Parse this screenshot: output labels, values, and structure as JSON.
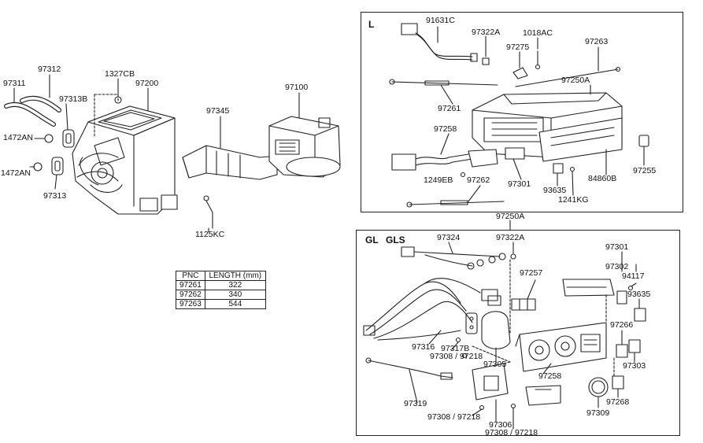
{
  "panels": {
    "top_right_tag": "L",
    "bottom_right_tag_1": "GL",
    "bottom_right_tag_2": "GLS"
  },
  "table": {
    "headers": [
      "PNC",
      "LENGTH (mm)"
    ],
    "rows": [
      {
        "pnc": "97261",
        "length": "322"
      },
      {
        "pnc": "97262",
        "length": "340"
      },
      {
        "pnc": "97263",
        "length": "544"
      }
    ]
  },
  "labels": {
    "l97311": "97311",
    "l97312": "97312",
    "l1327CB": "1327CB",
    "l97200": "97200",
    "l97100": "97100",
    "l97313B": "97313B",
    "l97345": "97345",
    "l1472AN_a": "1472AN",
    "l1472AN_b": "1472AN",
    "l97313": "97313",
    "l1125KC": "1125KC",
    "l91631C": "91631C",
    "l97322A_top": "97322A",
    "l1018AC": "1018AC",
    "l97275": "97275",
    "l97263": "97263",
    "l97250A_top": "97250A",
    "l97261": "97261",
    "l97258_top": "97258",
    "l1249EB": "1249EB",
    "l97262": "97262",
    "l97301_top": "97301",
    "l93635_top": "93635",
    "l1241KG": "1241KG",
    "l84860B": "84860B",
    "l97255": "97255",
    "l97250A_mid": "97250A",
    "l97324": "97324",
    "l97322A_bot": "97322A",
    "l97301_bot": "97301",
    "l97257": "97257",
    "l97302": "97302",
    "l94117": "94117",
    "l93635_bot": "93635",
    "l97316": "97316",
    "l97317B": "97317B",
    "l97308_97218_a": "97308 / 97218",
    "l97305": "97305",
    "l97266": "97266",
    "l97303": "97303",
    "l97258_bot": "97258",
    "l97319": "97319",
    "l97268": "97268",
    "l97309": "97309",
    "l97308_97218_b": "97308 / 97218",
    "l97306": "97306",
    "l97308_97218_c": "97308 / 97218"
  }
}
